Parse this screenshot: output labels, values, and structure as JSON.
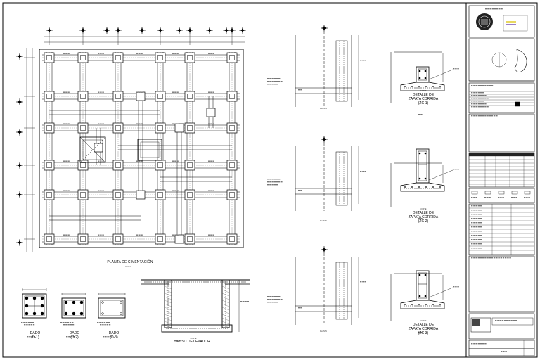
{
  "drawing": {
    "main_plan": {
      "title": "PLANTA DE CIMENTACIÓN"
    },
    "dados": [
      {
        "title": "DADO",
        "code": "(D-1)"
      },
      {
        "title": "DADO",
        "code": "(D-2)"
      },
      {
        "title": "DADO",
        "code": "(D-3)"
      }
    ],
    "pit": {
      "caption": "CORTE",
      "title": "FOSO DE LEVADOR"
    },
    "sections": [
      {
        "plan_label": "PLANTA",
        "cut_label": "CORTE",
        "title_line1": "DETALLE DE",
        "title_line2": "ZAPATA CORRIDA",
        "code": "(ZC-1)"
      },
      {
        "plan_label": "PLANTA",
        "cut_label": "CORTE",
        "title_line1": "DETALLE DE",
        "title_line2": "ZAPATA CORRIDA",
        "code": "(ZC-2)"
      },
      {
        "plan_label": "PLANTA",
        "cut_label": "CORTE",
        "title_line1": "DETALLE DE",
        "title_line2": "ZAPATA CORRIDA",
        "code": "(ZC-3)"
      }
    ]
  },
  "colors": {
    "line": "#000000",
    "hatch": "#555555",
    "seal_yellow": "#e8d860",
    "seal_purple": "#9a7fc8"
  },
  "icons": [
    "north-arrow-icon",
    "municipal-seal-icon",
    "location-map-icon"
  ]
}
